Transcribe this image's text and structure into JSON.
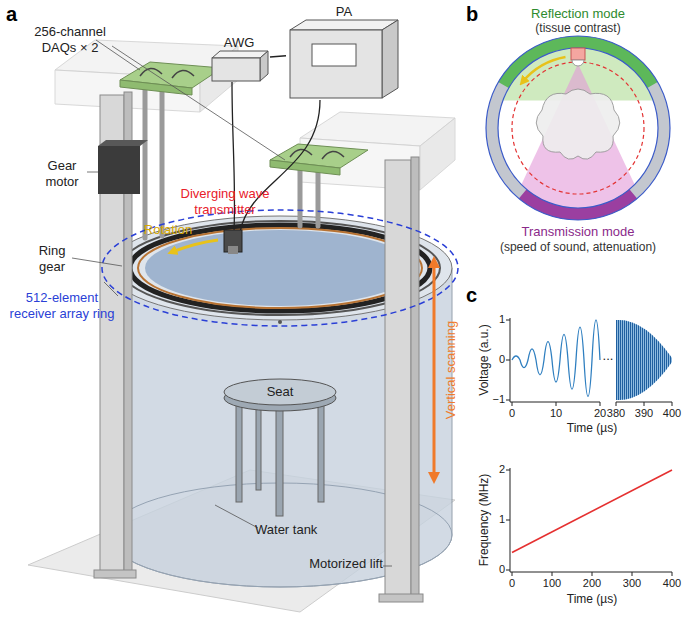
{
  "diagram": {
    "nodes": [
      {
        "text": [
          "AWG"
        ]
      },
      {
        "text": [
          "PA"
        ]
      },
      {
        "text": [
          "Seat"
        ]
      }
    ],
    "edges": [
      {
        "from": 0,
        "to": 1,
        "arrow": "none"
      }
    ],
    "labels": [
      "a",
      "b",
      "c",
      "256-channel DAQs × 2",
      "Gear motor",
      "Diverging wave transmitter",
      "Rotation",
      "Ring gear",
      "512-element receiver array ring",
      "Vertical scanning",
      "Water tank",
      "Motorized lift",
      "Reflection mode",
      "(tissue contrast)",
      "Transmission mode",
      "(speed of sound, attenuation)",
      "Voltage (a.u.)",
      "1",
      "0",
      "−1",
      "0",
      "10",
      "20",
      "...",
      "380",
      "390",
      "400",
      "Time (µs)",
      "Frequency (MHz)",
      "2",
      "1",
      "0",
      "0",
      "100",
      "200",
      "300",
      "400",
      "Time (µs)"
    ]
  }
}
